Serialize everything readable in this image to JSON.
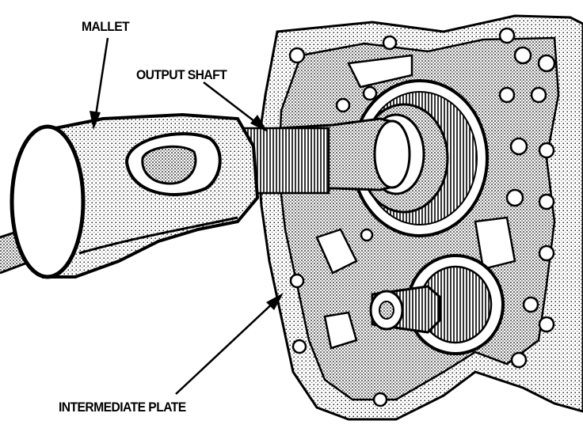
{
  "labels": {
    "mallet": "MALLET",
    "output_shaft": "OUTPUT SHAFT",
    "intermediate_plate": "INTERMEDIATE PLATE"
  },
  "colors": {
    "ink": "#000000",
    "paper": "#ffffff",
    "shade": "#9a9a9a"
  }
}
